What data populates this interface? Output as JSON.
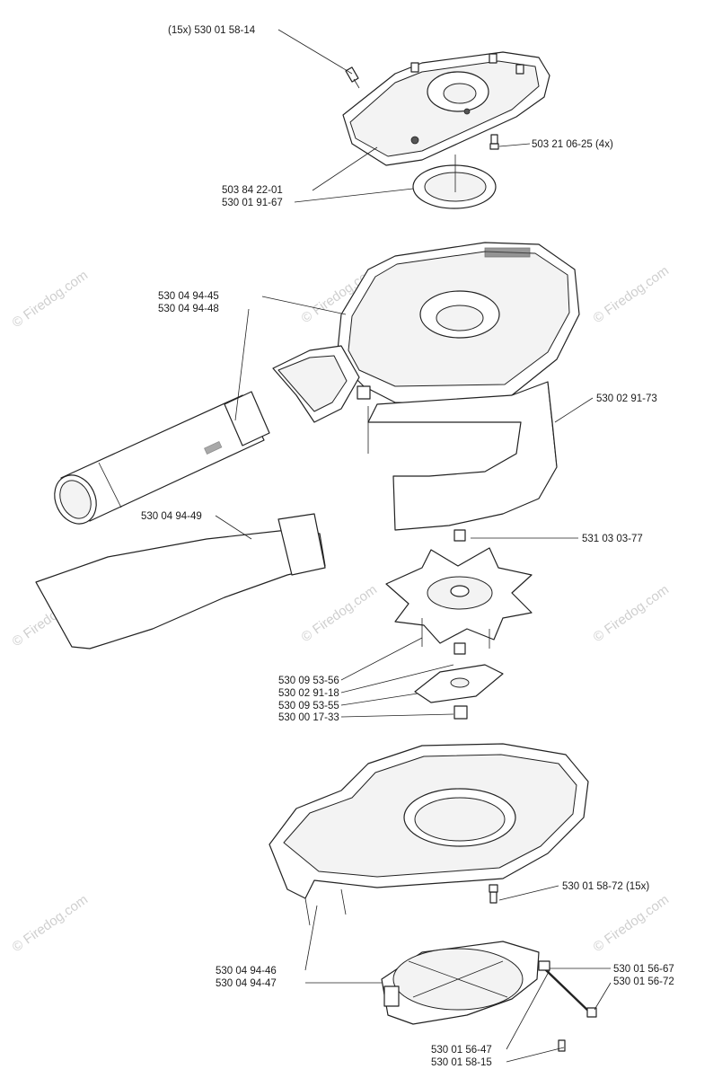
{
  "watermark": "© Firedog.com",
  "callouts": [
    {
      "id": "screw-top",
      "text": "(15x) 530 01 58-14"
    },
    {
      "id": "cover",
      "text": "503 84 22-01"
    },
    {
      "id": "gasket",
      "text": "530 01 91-67"
    },
    {
      "id": "screw-4x",
      "text": "503 21 06-25 (4x)"
    },
    {
      "id": "housing-a",
      "text": "530 04 94-45"
    },
    {
      "id": "housing-b",
      "text": "530 04 94-48"
    },
    {
      "id": "duct",
      "text": "530 02 91-73"
    },
    {
      "id": "tube",
      "text": "530 04 94-49"
    },
    {
      "id": "nut-top",
      "text": "531 03 03-77"
    },
    {
      "id": "impeller",
      "text": "530 09 53-56"
    },
    {
      "id": "hub",
      "text": "530 02 91-18"
    },
    {
      "id": "plate",
      "text": "530 09 53-55"
    },
    {
      "id": "nut-bottom",
      "text": "530 00 17-33"
    },
    {
      "id": "screw-15x",
      "text": "530 01 58-72 (15x)"
    },
    {
      "id": "housing-c",
      "text": "530 04 94-46"
    },
    {
      "id": "housing-d",
      "text": "530 04 94-47"
    },
    {
      "id": "spring",
      "text": "530 01 56-67"
    },
    {
      "id": "rod",
      "text": "530 01 56-72"
    },
    {
      "id": "pin",
      "text": "530 01 56-47"
    },
    {
      "id": "screw-bottom",
      "text": "530 01 58-15"
    }
  ]
}
